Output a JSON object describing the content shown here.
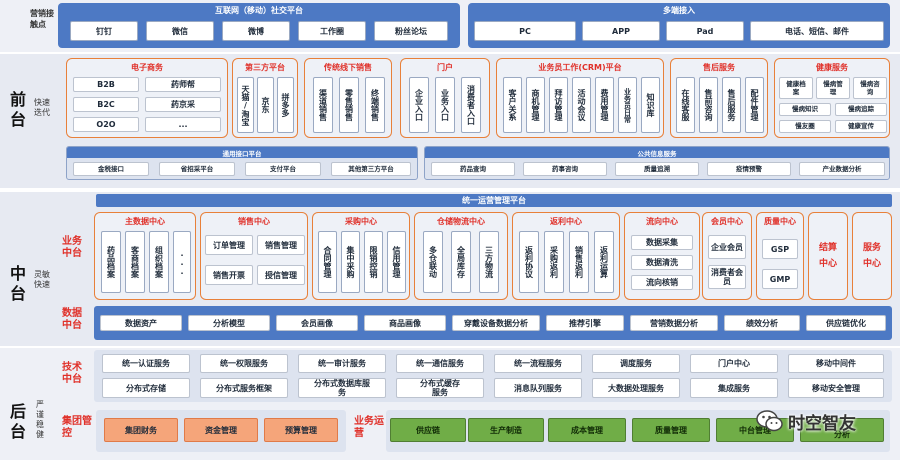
{
  "left_labels": {
    "marketing": "营销接触点",
    "front": "前台",
    "front_sub": "快速迭代",
    "middle": "中台",
    "middle_sub": "灵敏快速",
    "back": "后台",
    "back_sub": "严谨稳健"
  },
  "top": {
    "social_title": "互联网（移动）社交平台",
    "social_items": [
      "钉钉",
      "微信",
      "微博",
      "工作圈",
      "粉丝论坛"
    ],
    "multi_title": "多端接入",
    "multi_items": [
      "PC",
      "APP",
      "Pad",
      "电话、短信、邮件"
    ]
  },
  "front": {
    "ecommerce": {
      "title": "电子商务",
      "items": [
        "B2B",
        "药师帮",
        "B2C",
        "药京采",
        "O2O",
        "..."
      ]
    },
    "third_party": {
      "title": "第三方平台",
      "items": [
        "天猫/淘宝",
        "京东",
        "拼多多"
      ]
    },
    "traditional": {
      "title": "传统线下销售",
      "items": [
        "渠道销售",
        "零售销售",
        "终端销售"
      ]
    },
    "portal": {
      "title": "门户",
      "items": [
        "企业入口",
        "业务入口",
        "消费者入口"
      ]
    },
    "crm": {
      "title": "业务员工作(CRM)平台",
      "items": [
        "客户关系",
        "商机管理",
        "拜访管理",
        "活动会议",
        "费用管理",
        "业务员日常",
        "知识库"
      ]
    },
    "aftersale": {
      "title": "售后服务",
      "items": [
        "在线客服",
        "售前咨询",
        "售后服务",
        "配件管理"
      ]
    },
    "health": {
      "title": "健康服务",
      "items": [
        "健康档案",
        "慢病管理",
        "慢病咨询",
        "慢病知识",
        "慢病追踪",
        "慢友圈",
        "健康宣传"
      ]
    },
    "common_interface": {
      "title": "通用接口平台",
      "items": [
        "金税接口",
        "省招采平台",
        "支付平台",
        "其他第三方平台"
      ]
    },
    "public_info": {
      "title": "公共信息服务",
      "items": [
        "药品查询",
        "药事咨询",
        "质量追溯",
        "疫情预警",
        "产业数据分析"
      ]
    }
  },
  "middle": {
    "platform_title": "统一运营管理平台",
    "biz_label": "业务中台",
    "data_label": "数据中台",
    "master": {
      "title": "主数据中心",
      "items": [
        "药品档案",
        "客商档案",
        "组织档案",
        "..."
      ]
    },
    "sales": {
      "title": "销售中心",
      "items": [
        "订单管理",
        "销售管理",
        "销售开票",
        "授信管理"
      ]
    },
    "purchase": {
      "title": "采购中心",
      "items": [
        "合同管理",
        "集中采购",
        "限销控销",
        "信用管理"
      ]
    },
    "warehouse": {
      "title": "仓储物流中心",
      "items": [
        "多仓联动",
        "全局库存",
        "三方物流"
      ]
    },
    "rebate": {
      "title": "返利中心",
      "items": [
        "返利协议",
        "采购返利",
        "销售返利",
        "返利运算"
      ]
    },
    "flow": {
      "title": "流向中心",
      "items": [
        "数据采集",
        "数据清洗",
        "流向核销"
      ]
    },
    "member": {
      "title": "会员中心",
      "items": [
        "企业会员",
        "消费者会员"
      ]
    },
    "quality": {
      "title": "质量中心",
      "items": [
        "GSP",
        "GMP"
      ]
    },
    "settlement": "结算中心",
    "service": "服务中心",
    "data_items": [
      "数据资产",
      "分析模型",
      "会员画像",
      "商品画像",
      "穿戴设备数据分析",
      "推荐引擎",
      "营销数据分析",
      "绩效分析",
      "供应链优化"
    ]
  },
  "tech": {
    "label": "技术中台",
    "row1": [
      "统一认证服务",
      "统一权限服务",
      "统一审计服务",
      "统一通信服务",
      "统一流程服务",
      "调度服务",
      "门户中心",
      "移动中间件"
    ],
    "row2": [
      "分布式存储",
      "分布式服务框架",
      "分布式数据库服务",
      "分布式缓存服务",
      "消息队列服务",
      "大数据处理服务",
      "集成服务",
      "移动安全管理"
    ]
  },
  "back": {
    "group_label": "集团管控",
    "group_items": [
      "集团财务",
      "资金管理",
      "预算管理"
    ],
    "ops_label": "业务运营",
    "ops_items": [
      "供应链",
      "生产制造",
      "成本管理",
      "质量管理",
      "中台管理",
      "分析"
    ]
  },
  "watermark": "时空智友",
  "colors": {
    "blue": "#4d79c4",
    "orange": "#e8803a",
    "red": "#e0312a",
    "green": "#70ad47",
    "salmon": "#f5a57a"
  }
}
